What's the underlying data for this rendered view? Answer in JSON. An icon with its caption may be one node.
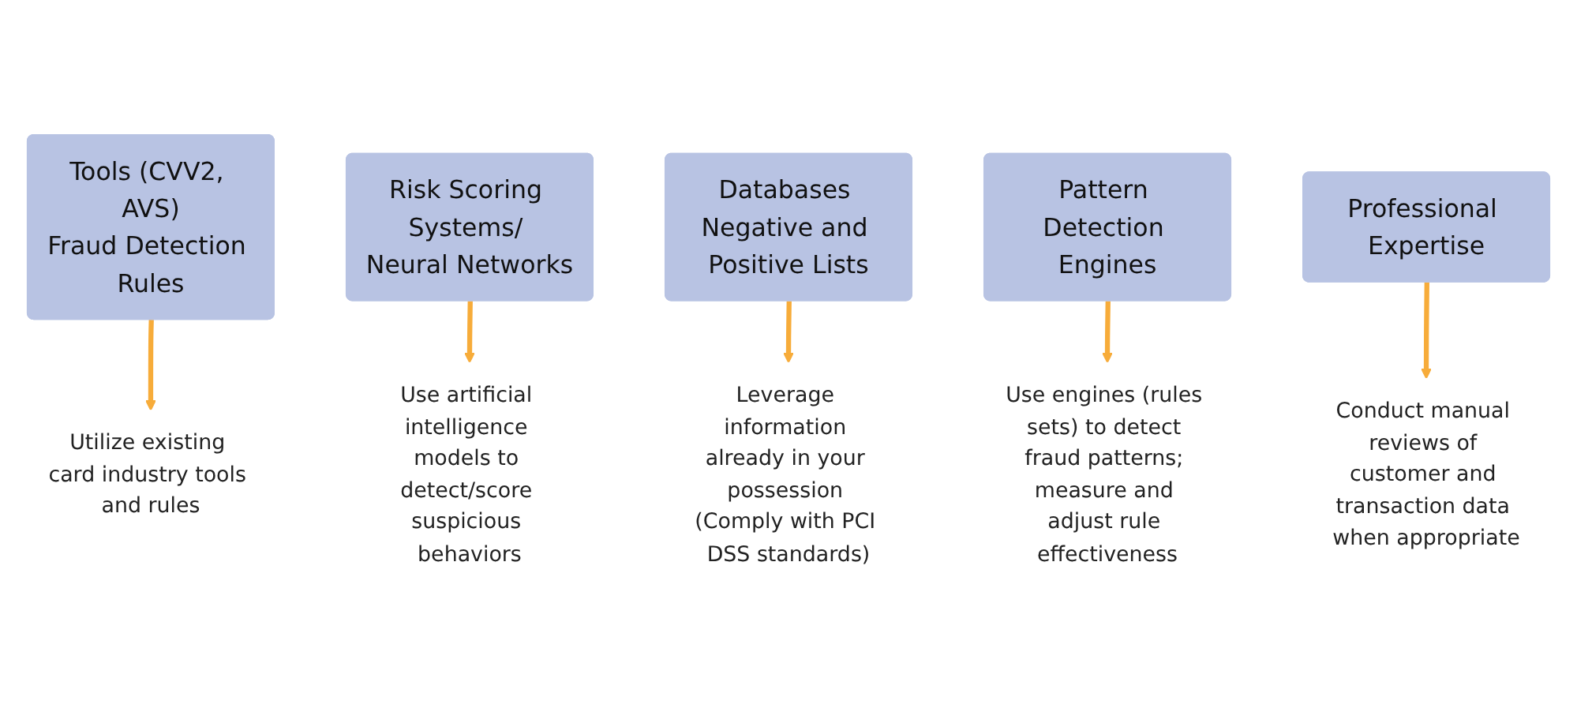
{
  "diagram": {
    "nodes": [
      {
        "text": [
          "Tools (CVV2, AVS)",
          "Fraud Detection Rules"
        ]
      },
      {
        "text": [
          "Risk Scoring Systems/ Neural Networks"
        ]
      },
      {
        "text": [
          "Databases Negative and Positive Lists"
        ]
      },
      {
        "text": [
          "Pattern Detection Engines"
        ]
      },
      {
        "text": [
          "Professional Expertise"
        ]
      },
      {
        "text": [
          "Utilize existing card industry tools and rules"
        ]
      },
      {
        "text": [
          "Use artificial intelligence models to detect/score suspicious behaviors"
        ]
      },
      {
        "text": [
          "Leverage information already in your possession (Comply with PCI DSS standards)"
        ]
      },
      {
        "text": [
          "Use engines (rules sets) to detect fraud patterns; measure and adjust rule effectiveness"
        ]
      },
      {
        "text": [
          "Conduct manual reviews of customer and transaction data when appropriate"
        ]
      }
    ],
    "edges": [
      {
        "from": 0,
        "to": 5,
        "arrow": "to"
      },
      {
        "from": 1,
        "to": 6,
        "arrow": "to"
      },
      {
        "from": 2,
        "to": 7,
        "arrow": "to"
      },
      {
        "from": 3,
        "to": 8,
        "arrow": "to"
      },
      {
        "from": 4,
        "to": 9,
        "arrow": "to"
      }
    ]
  }
}
